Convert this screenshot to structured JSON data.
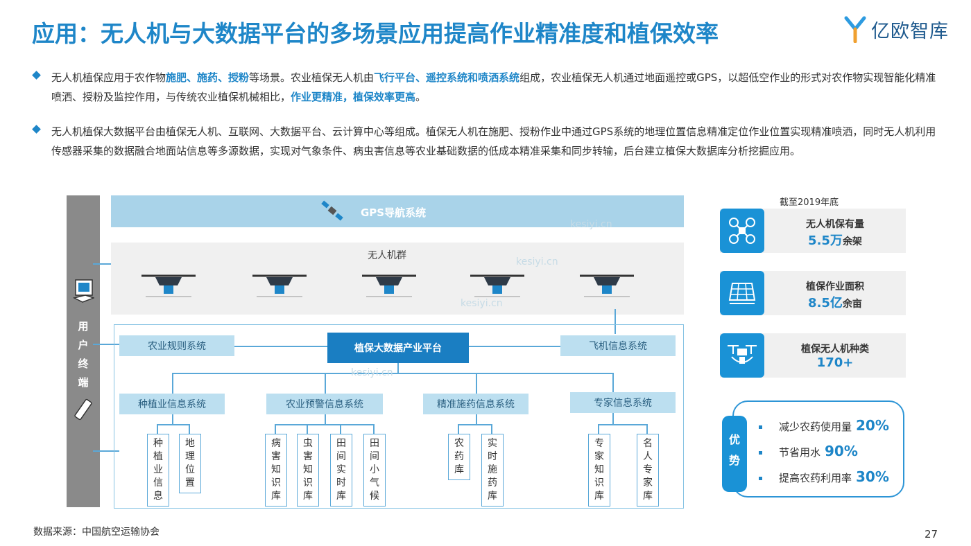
{
  "title": "应用：无人机与大数据平台的多场景应用提高作业精准度和植保效率",
  "logo": {
    "text": "亿欧智库"
  },
  "paragraphs": [
    {
      "segments": [
        {
          "text": "无人机植保应用于农作物",
          "hl": false
        },
        {
          "text": "施肥、施药、授粉",
          "hl": true
        },
        {
          "text": "等场景。农业植保无人机由",
          "hl": false
        },
        {
          "text": "飞行平台、遥控系统和喷洒系统",
          "hl": true
        },
        {
          "text": "组成，农业植保无人机通过地面遥控或GPS，以超低空作业的形式对农作物实现智能化精准喷洒、授粉及监控作用，与传统农业植保机械相比，",
          "hl": false
        },
        {
          "text": "作业更精准，植保效率更高",
          "hl": true
        },
        {
          "text": "。",
          "hl": false
        }
      ]
    },
    {
      "segments": [
        {
          "text": "无人机植保大数据平台由植保无人机、互联网、大数据平台、云计算中心等组成。植保无人机在施肥、授粉作业中通过GPS系统的地理位置信息精准定位作业位置实现精准喷洒，同时无人机利用传感器采集的数据融合地面站信息等多源数据，实现对气象条件、病虫害信息等农业基础数据的低成本精准采集和同步转输，后台建立植保大数据库分析挖掘应用。",
          "hl": false
        }
      ]
    }
  ],
  "diagram": {
    "sidebar_label": "用户终端",
    "gps": "GPS导航系统",
    "drone_group": "无人机群",
    "platform": "植保大数据产业平台",
    "left_system": "农业规则系统",
    "right_system": "飞机信息系统",
    "subsystems": [
      {
        "label": "种植业信息系统",
        "leaves": [
          "种植业信息",
          "地理位置"
        ]
      },
      {
        "label": "农业预警信息系统",
        "leaves": [
          "病害知识库",
          "虫害知识库",
          "田间实时库",
          "田间小气候"
        ]
      },
      {
        "label": "精准施药信息系统",
        "leaves": [
          "农药库",
          "实时施药库"
        ]
      },
      {
        "label": "专家信息系统",
        "leaves": [
          "专家知识库",
          "名人专家库"
        ]
      }
    ],
    "watermark": "kesiyi.cn"
  },
  "stats": {
    "header": "截至2019年底",
    "cards": [
      {
        "label": "无人机保有量",
        "value": "5.5万",
        "unit": "余架",
        "icon": "drone-icon"
      },
      {
        "label": "植保作业面积",
        "value": "8.5亿",
        "unit": "余亩",
        "icon": "solar-panel-icon"
      },
      {
        "label": "植保无人机种类",
        "value": "170+",
        "unit": "",
        "icon": "spray-drone-icon"
      }
    ]
  },
  "advantages": {
    "tag": "优势",
    "items": [
      {
        "text": "减少农药使用量",
        "value": "20%"
      },
      {
        "text": "节省用水",
        "value": "90%"
      },
      {
        "text": "提高农药利用率",
        "value": "30%"
      }
    ]
  },
  "footer": {
    "source": "数据来源：中国航空运输协会",
    "page": "27"
  },
  "colors": {
    "accent": "#1e86c8",
    "light_blue": "#bcdff0",
    "platform_blue": "#1a7ec2",
    "sidebar_gray": "#8a8a8a"
  }
}
